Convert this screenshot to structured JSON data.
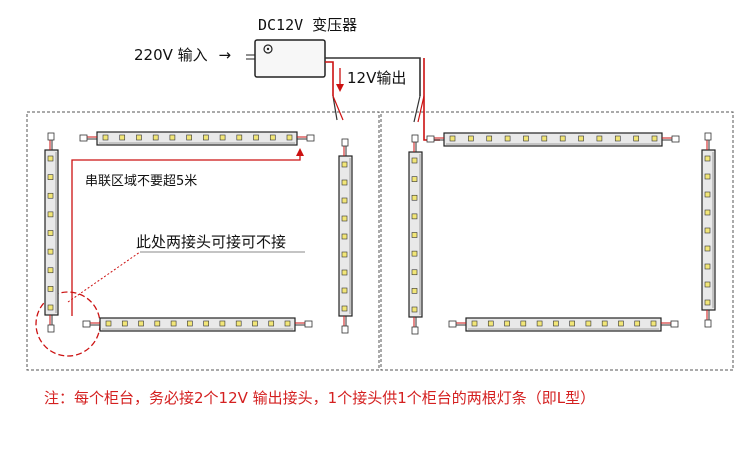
{
  "transformer": {
    "title": "DC12V 变压器"
  },
  "input": {
    "label": "220V 输入",
    "arrow": "→"
  },
  "output": {
    "label": "12V输出"
  },
  "annotations": {
    "series_limit": "串联区域不要超5米",
    "optional_joint": "此处两接头可接可不接"
  },
  "footer_note": "注：每个柜台，务必接2个12V 输出接头，1个接头供1个柜台的两根灯条（即L型）",
  "colors": {
    "wire_red": "#cc1111",
    "wire_dark": "#333333",
    "footer_red": "#d42020",
    "led_chip": "#f2e678",
    "strip_fill": "#e9e9e9",
    "dashed_border": "#555555"
  }
}
